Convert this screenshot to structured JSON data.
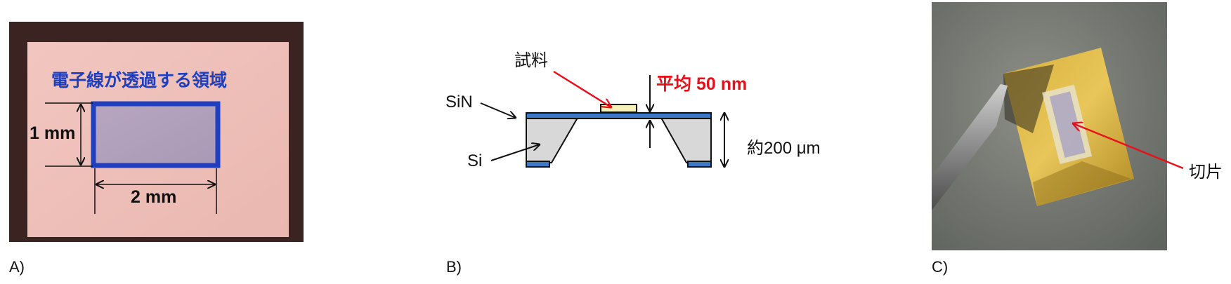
{
  "panels": {
    "a": {
      "label": "A)",
      "title": "電子線が透過する領域",
      "height_label": "1 mm",
      "width_label": "2 mm"
    },
    "b": {
      "label": "B)",
      "sample_label": "試料",
      "sin_label": "SiN",
      "si_label": "Si",
      "thickness_label_prefix": "平均 ",
      "thickness_label_value": "50 nm",
      "substrate_label": "約200 μm"
    },
    "c": {
      "label": "C)",
      "section_label": "切片"
    }
  },
  "colors": {
    "accent_blue": "#1f3fbf",
    "accent_red": "#e8101a",
    "membrane_blue": "#3b78c6",
    "substrate_gray": "#d8d8d8"
  }
}
